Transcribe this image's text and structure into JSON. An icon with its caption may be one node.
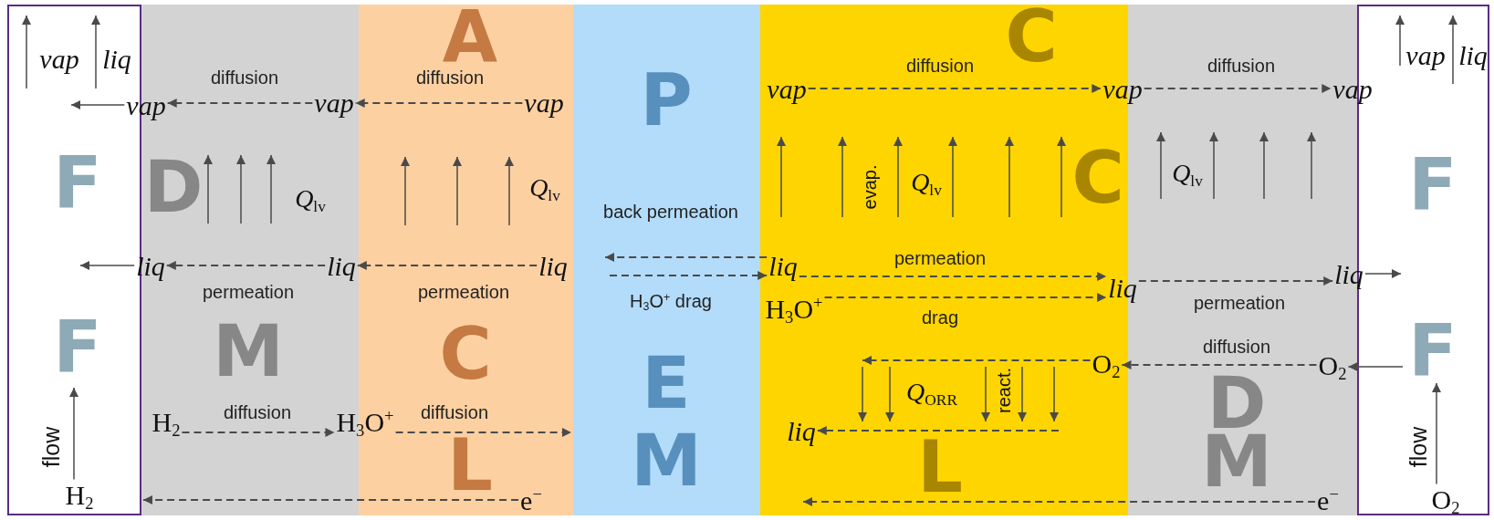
{
  "diagram": {
    "nodes": [
      {
        "text": [
          "F",
          "F"
        ]
      },
      {
        "text": [
          "D",
          "M"
        ]
      },
      {
        "text": [
          "A",
          "C",
          "L"
        ]
      },
      {
        "text": [
          "P",
          "E",
          "M"
        ]
      },
      {
        "text": [
          "C",
          "C",
          "L"
        ]
      },
      {
        "text": [
          "D",
          "M"
        ]
      },
      {
        "text": [
          "F",
          "F"
        ]
      },
      {
        "text": [
          "vap"
        ]
      },
      {
        "text": [
          "vap"
        ],
        "in": 1
      },
      {
        "text": [
          "vap"
        ],
        "in": 2
      },
      {
        "text": [
          "liq"
        ]
      },
      {
        "text": [
          "liq"
        ],
        "in": 1
      },
      {
        "text": [
          "liq"
        ],
        "in": 2
      },
      {
        "text": [
          "H$_{2}$"
        ],
        "in": 1
      },
      {
        "text": [
          "H$_{3}$O$^{+}$"
        ]
      },
      {
        "text": [
          "e$^{−}$"
        ],
        "in": 2
      },
      {
        "text": [
          "vap"
        ],
        "in": 4
      },
      {
        "text": [
          "liq"
        ],
        "in": 4
      },
      {
        "text": [
          "H$_{3}$O$^{+}$"
        ],
        "in": 4
      },
      {
        "text": [
          "O$_{2}$"
        ],
        "in": 4
      },
      {
        "text": [
          "liq"
        ],
        "in": 4
      },
      {
        "text": [
          "vap"
        ]
      },
      {
        "text": [
          "liq"
        ]
      },
      {
        "text": [
          "vap"
        ]
      },
      {
        "text": [
          "liq"
        ]
      },
      {
        "text": [
          "O$_{2}$"
        ],
        "in": 5
      },
      {
        "text": [
          "e$^{−}$"
        ],
        "in": 5
      },
      {
        "text": [
          "H$_{2}$"
        ],
        "in": 0
      },
      {
        "text": [
          "O$_{2}$"
        ],
        "in": 6
      }
    ],
    "edges": [
      {
        "from": 8,
        "to": 7,
        "arrow": "to",
        "label": "diffusion",
        "style": "dashed"
      },
      {
        "from": 9,
        "to": 8,
        "arrow": "to",
        "label": "diffusion",
        "style": "dashed"
      },
      {
        "from": 11,
        "to": 10,
        "arrow": "to",
        "label": "permeation",
        "style": "dashed"
      },
      {
        "from": 12,
        "to": 11,
        "arrow": "to",
        "label": "permeation",
        "style": "dashed"
      },
      {
        "from": 13,
        "to": 14,
        "arrow": "to",
        "label": "diffusion",
        "style": "dashed"
      },
      {
        "from": 14,
        "to": 3,
        "arrow": "to",
        "label": "diffusion",
        "style": "dashed"
      },
      {
        "from": 15,
        "to": 0,
        "arrow": "to",
        "style": "dashed"
      },
      {
        "from": 7,
        "to": null,
        "arrow": "to"
      },
      {
        "from": 10,
        "to": null,
        "arrow": "to"
      },
      {
        "from": 27,
        "to": null,
        "arrow": "to"
      },
      {
        "from": 17,
        "to": 3,
        "arrow": "to",
        "label": "back permeation",
        "style": "dashed"
      },
      {
        "from": 3,
        "to": 17,
        "arrow": "to",
        "label": "H$_{3}$O$^{+}$ drag",
        "style": "dashed"
      },
      {
        "from": 16,
        "to": 21,
        "arrow": "to",
        "label": "diffusion",
        "style": "dashed"
      },
      {
        "from": 17,
        "to": 22,
        "arrow": "to",
        "label": "permeation",
        "style": "dashed"
      },
      {
        "from": 18,
        "to": 22,
        "arrow": "to",
        "label": "drag",
        "style": "dashed"
      },
      {
        "from": 19,
        "to": null,
        "arrow": "to",
        "style": "dashed"
      },
      {
        "from": null,
        "to": 20,
        "arrow": "to",
        "style": "dashed"
      },
      {
        "from": 21,
        "to": 23,
        "arrow": "to",
        "label": "diffusion",
        "style": "dashed"
      },
      {
        "from": 22,
        "to": 24,
        "arrow": "to",
        "label": "permeation",
        "style": "dashed"
      },
      {
        "from": 24,
        "to": null,
        "arrow": "to"
      },
      {
        "from": 25,
        "to": 19,
        "arrow": "to",
        "label": "diffusion",
        "style": "dashed"
      },
      {
        "from": null,
        "to": 25,
        "arrow": "to"
      },
      {
        "from": 26,
        "to": 4,
        "arrow": "to",
        "style": "dashed"
      },
      {
        "from": 28,
        "to": null,
        "arrow": "to"
      }
    ],
    "labels": [
      "vap",
      "liq",
      "vap",
      "liq",
      "*Q*$_{lv}$",
      "*Q*$_{lv}$",
      "evap.",
      "*Q*$_{lv}$",
      "*Q*$_{lv}$",
      "*Q*$_{ORR}$",
      "react.",
      "flow",
      "flow"
    ]
  }
}
